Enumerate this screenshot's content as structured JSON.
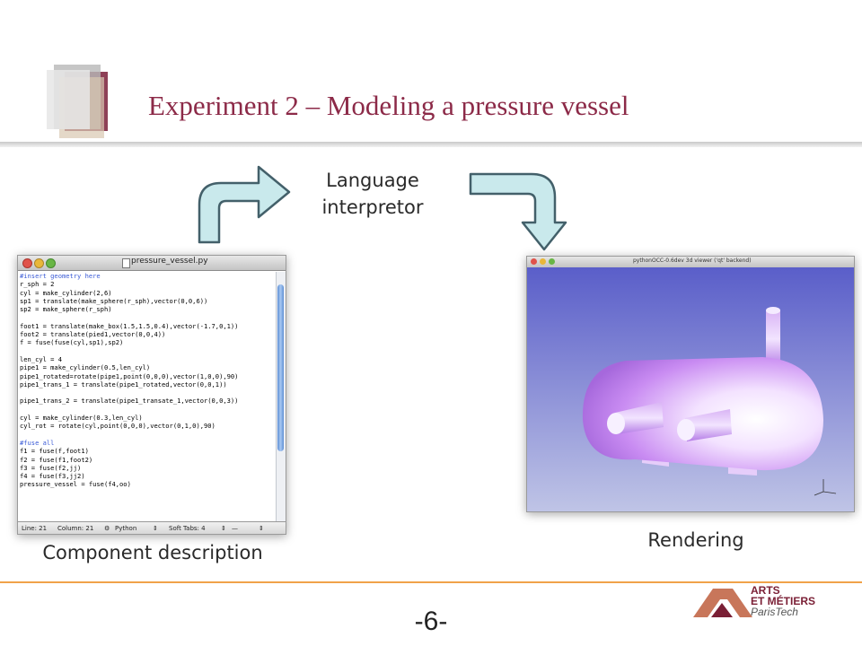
{
  "slide": {
    "title": "Experiment 2 – Modeling a pressure vessel",
    "page_number": "-6-"
  },
  "labels": {
    "interpreter_line1": "Language",
    "interpreter_line2": "interpretor",
    "component": "Component description",
    "rendering": "Rendering"
  },
  "editor": {
    "window_title": "pressure_vessel.py",
    "code_lines": [
      {
        "text": "#insert geometry here",
        "comment": true
      },
      {
        "text": "r_sph = 2"
      },
      {
        "text": "cyl = make_cylinder(2,6)"
      },
      {
        "text": "sp1 = translate(make_sphere(r_sph),vector(0,0,6))"
      },
      {
        "text": "sp2 = make_sphere(r_sph)"
      },
      {
        "text": ""
      },
      {
        "text": "foot1 = translate(make_box(1.5,1.5,0.4),vector(-1.7,0,1))"
      },
      {
        "text": "foot2 = translate(pied1,vector(0,0,4))"
      },
      {
        "text": "f = fuse(fuse(cyl,sp1),sp2)"
      },
      {
        "text": ""
      },
      {
        "text": "len_cyl = 4"
      },
      {
        "text": "pipe1 = make_cylinder(0.5,len_cyl)"
      },
      {
        "text": "pipe1_rotated=rotate(pipe1,point(0,0,0),vector(1,0,0),90)"
      },
      {
        "text": "pipe1_trans_1 = translate(pipe1_rotated,vector(0,0,1))"
      },
      {
        "text": ""
      },
      {
        "text": "pipe1_trans_2 = translate(pipe1_transate_1,vector(0,0,3))"
      },
      {
        "text": ""
      },
      {
        "text": "cyl = make_cylinder(0.3,len_cyl)"
      },
      {
        "text": "cyl_rot = rotate(cyl,point(0,0,0),vector(0,1,0),90)"
      },
      {
        "text": ""
      },
      {
        "text": "#fuse all",
        "comment": true
      },
      {
        "text": "f1 = fuse(f,foot1)"
      },
      {
        "text": "f2 = fuse(f1,foot2)"
      },
      {
        "text": "f3 = fuse(f2,jj)"
      },
      {
        "text": "f4 = fuse(f3,jj2)"
      },
      {
        "text": "pressure_vessel = fuse(f4,oo)"
      }
    ],
    "status": {
      "line": "Line: 21",
      "column": "Column: 21",
      "language": "Python",
      "soft_tabs": "Soft Tabs: 4",
      "extra": "—"
    }
  },
  "viewer": {
    "window_title": "pythonOCC-0.6dev 3d viewer ('qt' backend)"
  },
  "footer_logo": {
    "line1": "ARTS",
    "line2": "ET MÉTIERS",
    "line3": "ParisTech"
  },
  "colors": {
    "title": "#8c2a48",
    "arrow_fill": "#c9e9ec",
    "arrow_stroke": "#43606a",
    "footer_rule": "#f0a24a",
    "logo": "#7a1f35",
    "comment": "#3b5bd6"
  }
}
